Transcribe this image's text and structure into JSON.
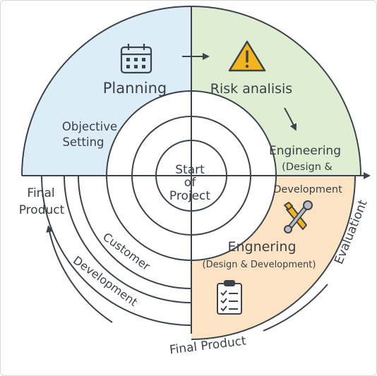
{
  "center": {
    "line1": "Start",
    "line2": "of",
    "line3": "Project"
  },
  "quadrants": {
    "planning": {
      "title": "Planning",
      "sub1": "Objective",
      "sub2": "Setting",
      "fill": "#dcedf7"
    },
    "risk": {
      "title": "Risk analisis",
      "fill": "#dfeed3"
    },
    "engineering_top": {
      "title": "Engineering",
      "sub1": "(Design &",
      "sub2": "Development"
    },
    "engineering": {
      "title": "Engnering",
      "sub": "(Design & Development)",
      "fill": "#fbe3c3"
    }
  },
  "outer_labels": {
    "final_product_left_1": "Final",
    "final_product_left_2": "Product",
    "customer": "Customer",
    "development": "Development",
    "final_product_bottom": "Final Product",
    "evaluation": "Evaluationt"
  },
  "icons": [
    "calendar-icon",
    "warning-icon",
    "tools-icon",
    "checklist-icon"
  ],
  "colors": {
    "line": "#3d434b",
    "text": "#343a42",
    "warning": "#f3b51d"
  }
}
